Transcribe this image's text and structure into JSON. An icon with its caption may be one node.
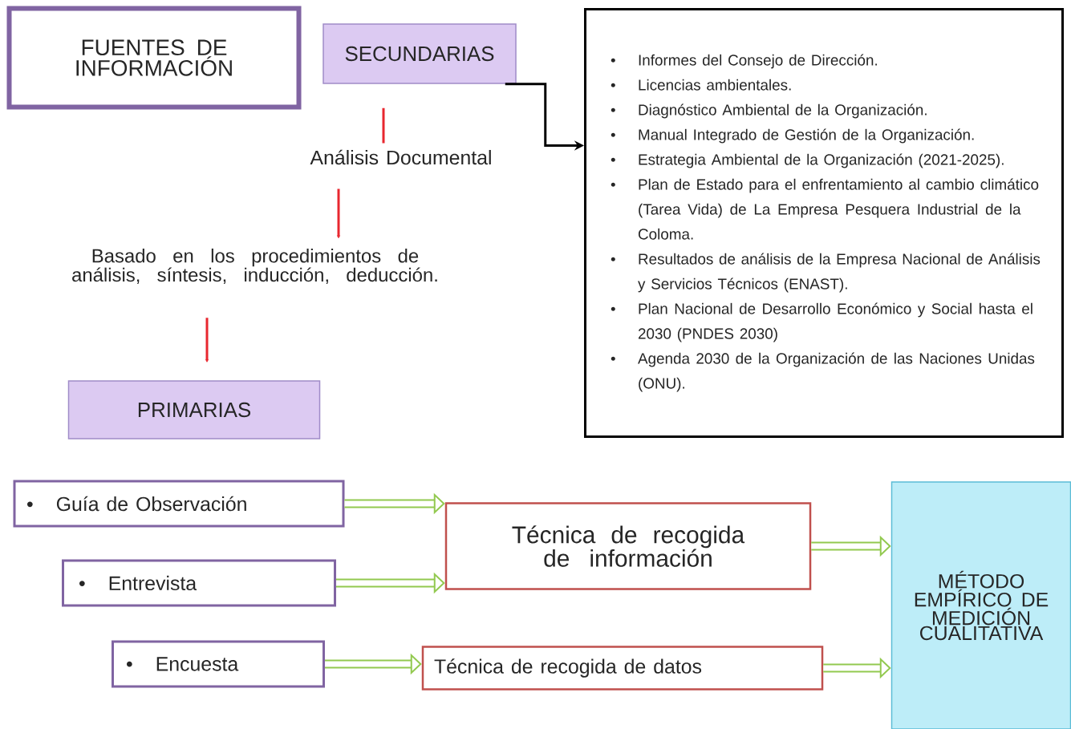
{
  "diagram": {
    "nodes": [
      {
        "text": [
          "FUENTES DE INFORMACIÓN"
        ]
      },
      {
        "text": [
          "SECUNDARIAS"
        ]
      },
      {
        "text": [
          "Análisis Documental"
        ]
      },
      {
        "text": [
          "Basado en los procedimientos de análisis, síntesis, inducción, deducción."
        ]
      },
      {
        "text": [
          "PRIMARIAS"
        ]
      },
      {
        "text": [
          "•",
          "Informes del Consejo de Dirección.",
          "•",
          "Licencias ambientales.",
          "•",
          "Diagnóstico Ambiental de la Organización.",
          "•",
          "Manual Integrado de Gestión de la Organización.",
          "•",
          "Estrategia Ambiental de la Organización (2021-2025).",
          "•",
          "Plan de Estado para el enfrentamiento al cambio climático (Tarea Vida) de La Empresa Pesquera Industrial de la Coloma.",
          "•",
          "Resultados de análisis de la Empresa Nacional de Análisis y Servicios Técnicos (ENAST).",
          "•",
          "Plan Nacional de Desarrollo Económico y Social hasta el 2030 (PNDES 2030)",
          "•",
          "Agenda 2030 de la Organización de las Naciones Unidas (ONU)."
        ]
      },
      {
        "text": [
          "•",
          "Guía de Observación"
        ]
      },
      {
        "text": [
          "•",
          "Entrevista"
        ]
      },
      {
        "text": [
          "•",
          "Encuesta"
        ]
      },
      {
        "text": [
          "Técnica de recogida de información"
        ]
      },
      {
        "text": [
          "Técnica de recogida de datos"
        ]
      },
      {
        "text": [
          "MÉTODO EMPÍRICO DE MEDICIÓN CUALITATIVA"
        ]
      }
    ],
    "edges": [
      {
        "from": 1,
        "to": 5,
        "arrow": "to",
        "color": "#000000"
      },
      {
        "from": 1,
        "to": 2,
        "arrow": "none",
        "color": "#e8272f"
      },
      {
        "from": 2,
        "to": 3,
        "arrow": "to",
        "color": "#e8272f"
      },
      {
        "from": 3,
        "to": 4,
        "arrow": "to",
        "color": "#e8272f"
      },
      {
        "from": 6,
        "to": 9,
        "arrow": "to"
      },
      {
        "from": 7,
        "to": 9,
        "arrow": "to"
      },
      {
        "from": 8,
        "to": 10,
        "arrow": "to"
      },
      {
        "from": 9,
        "to": 11,
        "arrow": "to"
      },
      {
        "from": 10,
        "to": 11,
        "arrow": "to"
      }
    ]
  }
}
